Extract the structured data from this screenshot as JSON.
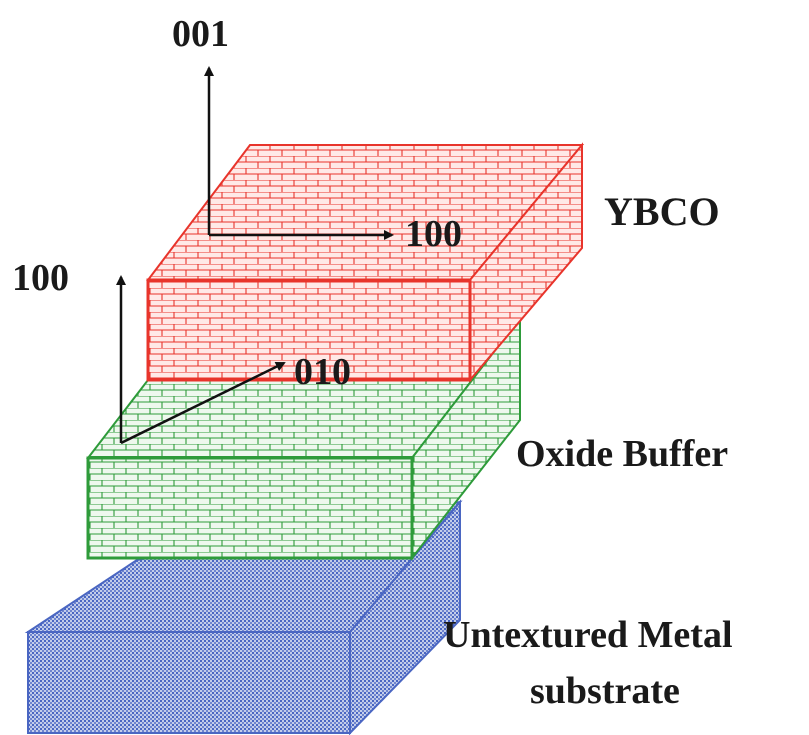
{
  "layers": [
    {
      "name": "YBCO",
      "color": "#e8342b",
      "fill": "#ffe9e7"
    },
    {
      "name": "Oxide Buffer",
      "color": "#2e9b3a",
      "fill": "#e9f7e9"
    },
    {
      "name": "Untextured Metal",
      "name_line2": "substrate",
      "color": "#4a66c2",
      "fill": "#9aaad6"
    }
  ],
  "axes": {
    "ybco_vertical": "001",
    "ybco_horizontal": "100",
    "buffer_vertical": "100",
    "buffer_diagonal": "010"
  }
}
